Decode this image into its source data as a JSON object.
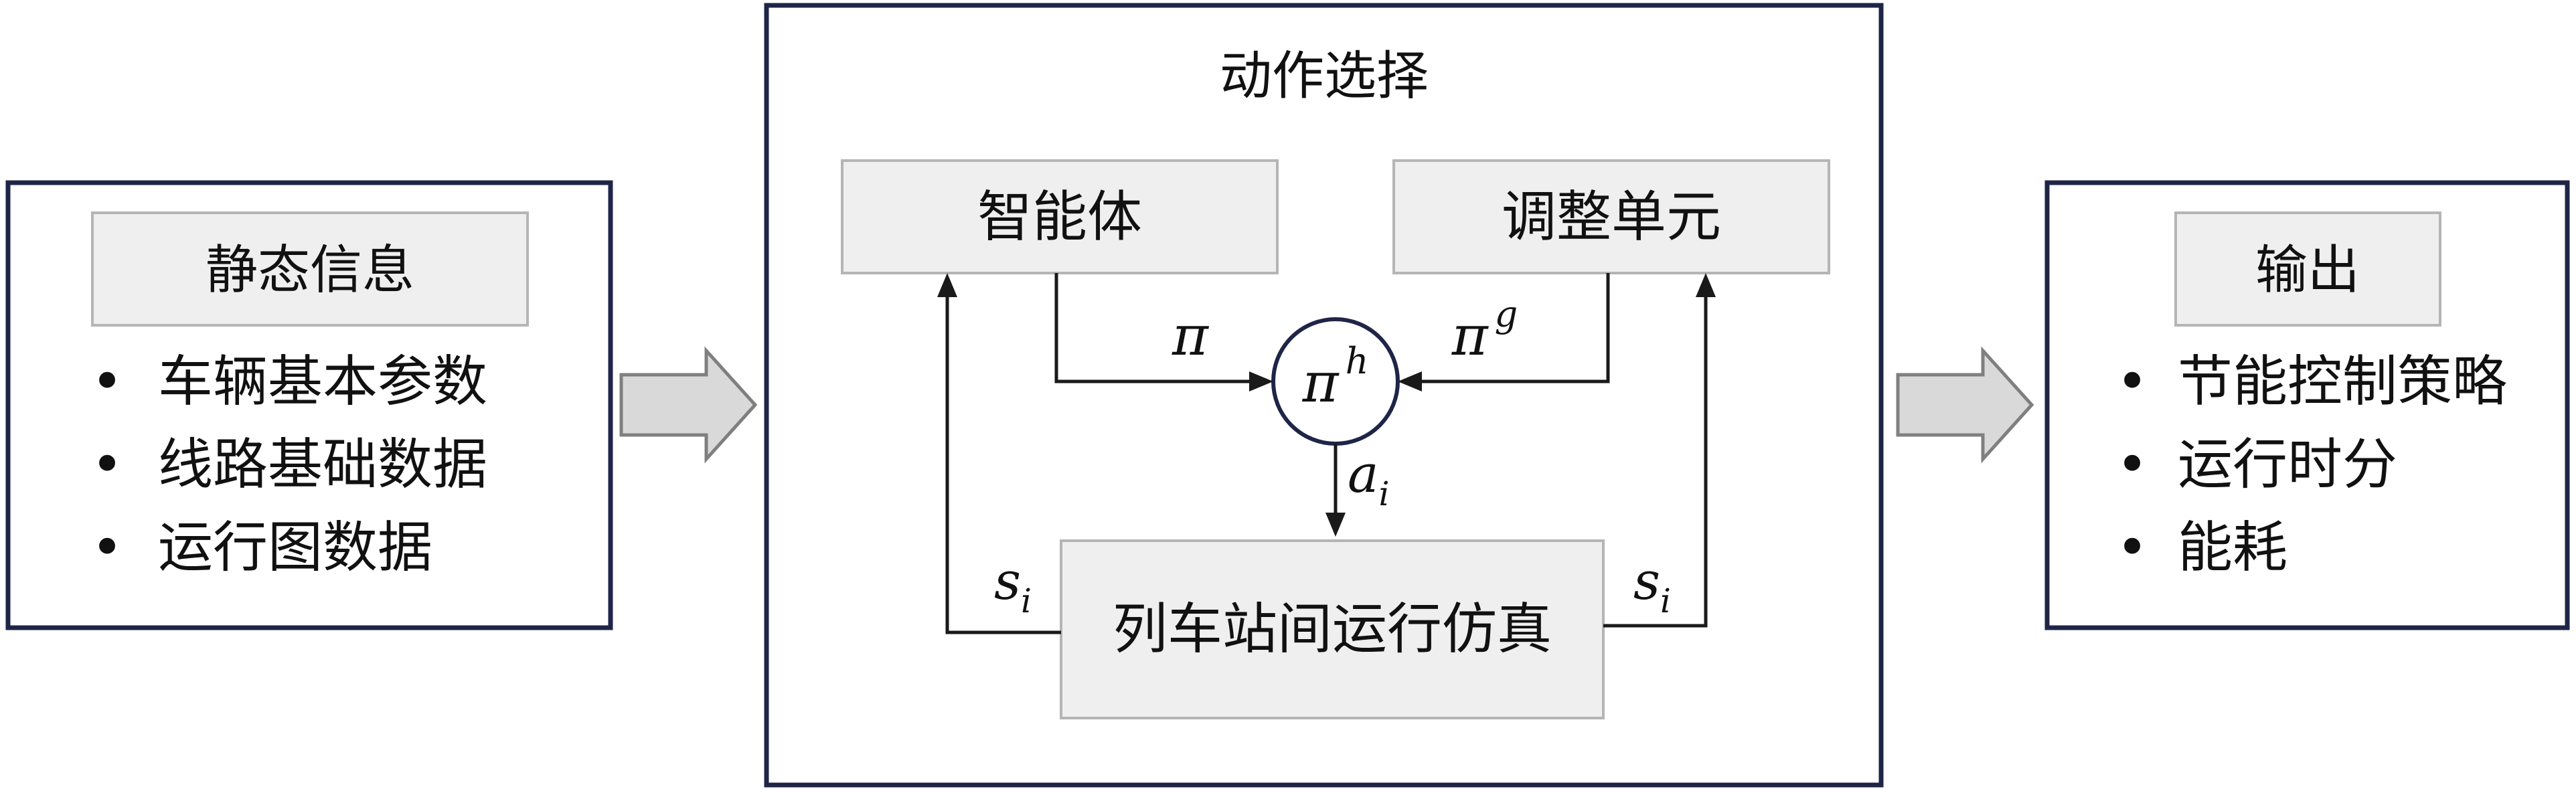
{
  "left_panel": {
    "title": "静态信息",
    "items": [
      "车辆基本参数",
      "线路基础数据",
      "运行图数据"
    ]
  },
  "center_panel": {
    "title": "动作选择",
    "agent": "智能体",
    "adjust_unit": "调整单元",
    "simulation": "列车站间运行仿真",
    "pi": "π",
    "pi_g": {
      "base": "π",
      "sup": "g"
    },
    "pi_h": {
      "base": "π",
      "sup": "h"
    },
    "action": {
      "base": "a",
      "sub": "i"
    },
    "state_left": {
      "base": "s",
      "sub": "i"
    },
    "state_right": {
      "base": "s",
      "sub": "i"
    }
  },
  "right_panel": {
    "title": "输出",
    "items": [
      "节能控制策略",
      "运行时分",
      "能耗"
    ]
  },
  "bullet_char": "•"
}
